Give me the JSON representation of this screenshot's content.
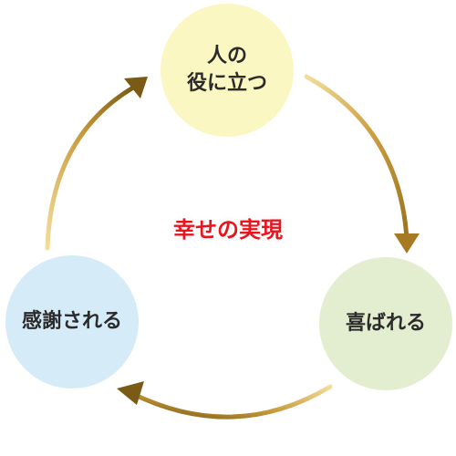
{
  "diagram": {
    "center_label": "幸せの実現",
    "nodes": {
      "top": {
        "line1": "人の",
        "line2": "役に立つ",
        "color": "#fbf7c2"
      },
      "right": {
        "label": "喜ばれる",
        "color": "#e3edd0"
      },
      "left": {
        "label": "感謝される",
        "color": "#d6ebf8"
      }
    },
    "arrow_colors": {
      "light": "#f3dd9a",
      "mid": "#c89a3c",
      "dark": "#7a5a14"
    },
    "accent_color": "#e8141e"
  }
}
